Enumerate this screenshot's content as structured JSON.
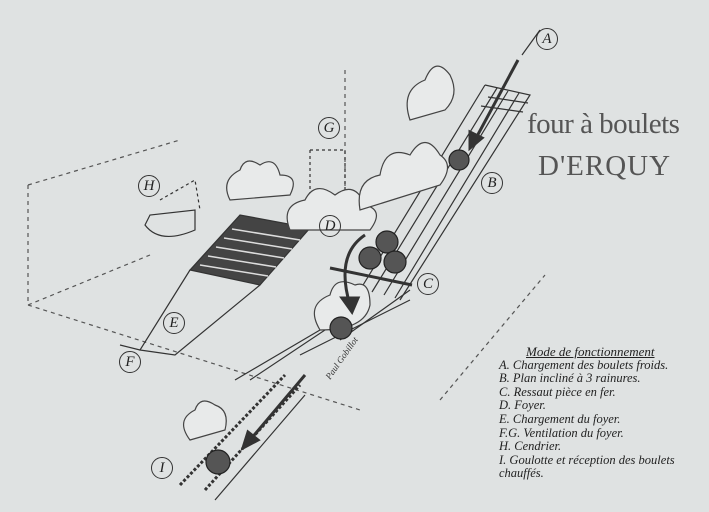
{
  "title": {
    "line1": "four à boulets",
    "line2": "D'ERQUY"
  },
  "labels": {
    "A": "A",
    "B": "B",
    "C": "C",
    "D": "D",
    "E": "E",
    "F": "F",
    "G": "G",
    "H": "H",
    "I": "I"
  },
  "legend": {
    "heading": "Mode de fonctionnement",
    "items": [
      "A. Chargement des boulets froids.",
      "B. Plan incliné à 3 rainures.",
      "C. Ressaut pièce en fer.",
      "D. Foyer.",
      "E. Chargement du foyer.",
      "F.G. Ventilation du foyer.",
      "H. Cendrier.",
      "I. Goulotte et réception des boulets",
      "chauffés."
    ]
  },
  "signature": "Paul Gobillot",
  "colors": {
    "paper": "#dfe2e2",
    "ink": "#222222",
    "title": "#555555"
  }
}
